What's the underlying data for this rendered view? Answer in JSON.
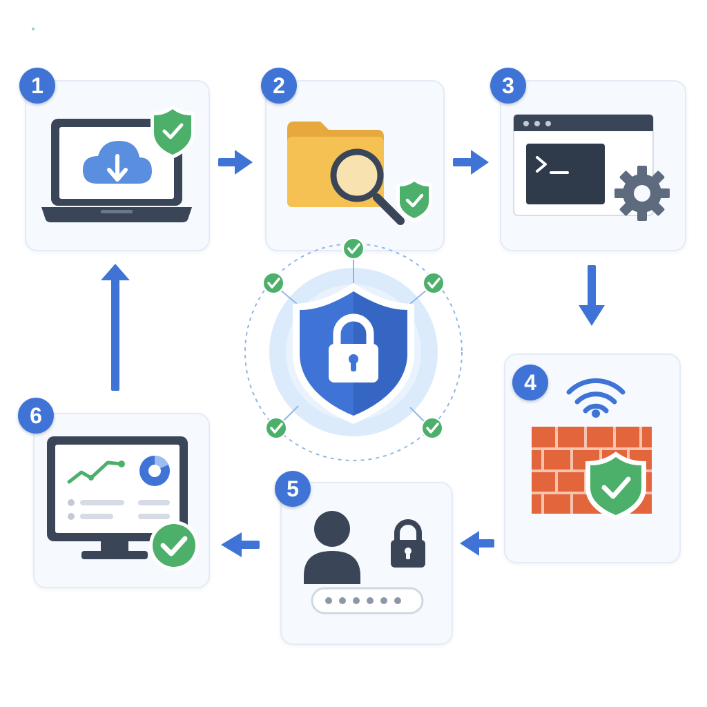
{
  "steps": [
    {
      "number": "1",
      "icon": "laptop-cloud-download-icon"
    },
    {
      "number": "2",
      "icon": "folder-search-icon"
    },
    {
      "number": "3",
      "icon": "terminal-settings-icon"
    },
    {
      "number": "4",
      "icon": "firewall-wifi-icon"
    },
    {
      "number": "5",
      "icon": "user-password-lock-icon"
    },
    {
      "number": "6",
      "icon": "monitor-analytics-check-icon"
    }
  ],
  "center": {
    "icon": "shield-lock-icon"
  },
  "colors": {
    "primary_blue": "#3f74d6",
    "check_green": "#4caf6a",
    "dark_slate": "#3a4658",
    "folder_yellow": "#f5c152",
    "brick_red": "#e2653b",
    "card_bg": "#f6f9fd"
  }
}
